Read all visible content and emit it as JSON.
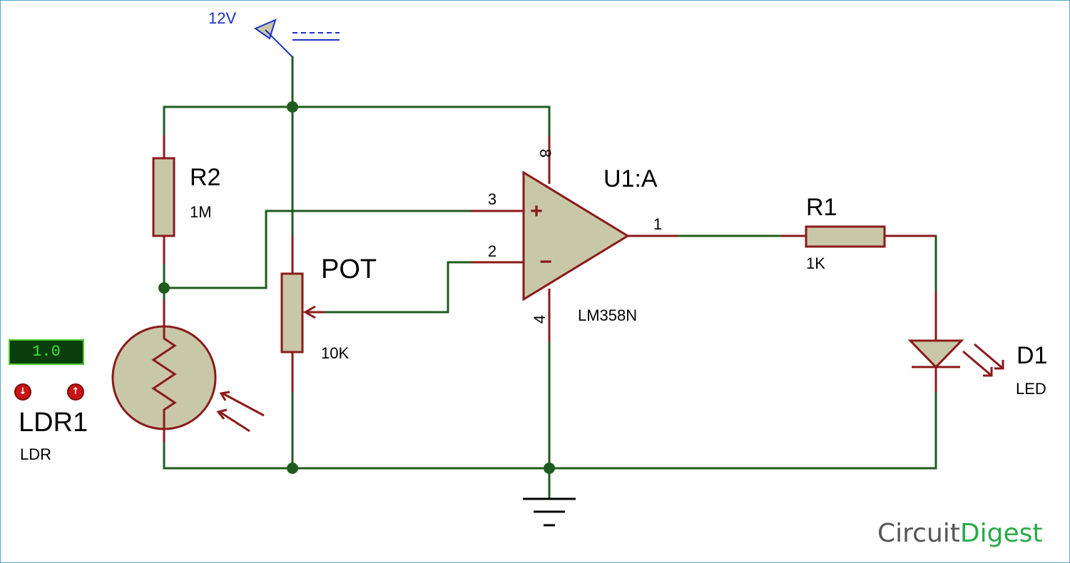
{
  "supply": {
    "label": "12V"
  },
  "r2": {
    "name": "R2",
    "value": "1M"
  },
  "r1": {
    "name": "R1",
    "value": "1K"
  },
  "pot": {
    "name": "POT",
    "value": "10K"
  },
  "opamp": {
    "name": "U1:A",
    "part": "LM358N",
    "pin_plus": "3",
    "pin_minus": "2",
    "pin_out": "1",
    "pin_vcc": "8",
    "pin_gnd": "4",
    "plus_sign": "+",
    "minus_sign": "−"
  },
  "led": {
    "name": "D1",
    "type": "LED"
  },
  "ldr": {
    "name": "LDR1",
    "type": "LDR",
    "meter_value": "1.0",
    "down_symbol": "↓",
    "up_symbol": "↑"
  },
  "logo": {
    "part1": "Circuit",
    "part2": "Digest"
  },
  "colors": {
    "wire": "#1f5b1f",
    "component": "#8b1a1a",
    "fill": "#c8c8a8",
    "supply": "#1b2fc8"
  }
}
